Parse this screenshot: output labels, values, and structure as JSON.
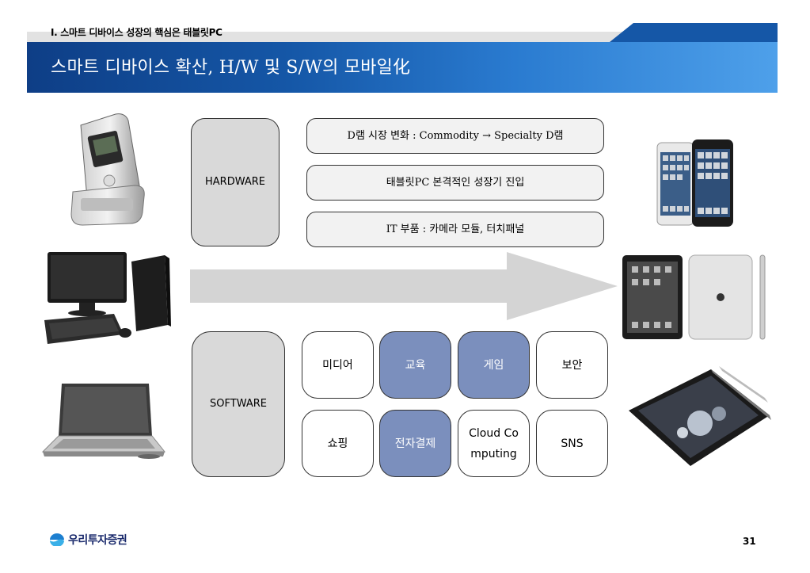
{
  "header": {
    "section": "I. 스마트 디바이스 성장의 핵심은 태블릿PC",
    "title": "스마트 디바이스 확산, H/W 및 S/W의 모바일化"
  },
  "hardware": {
    "label": "HARDWARE",
    "items": [
      "D램 시장 변화 : Commodity → Specialty D램",
      "태블릿PC 본격적인 성장기 진입",
      "IT 부품 : 카메라 모듈, 터치패널"
    ]
  },
  "software": {
    "label": "SOFTWARE",
    "cells": [
      "미디어",
      "교육",
      "게임",
      "보안",
      "쇼핑",
      "전자결제",
      "Cloud Computing",
      "SNS"
    ]
  },
  "footer": {
    "company": "우리투자증권",
    "page": "31"
  },
  "colors": {
    "title_band": "#1557a7",
    "highlight_cell": "#7b8fbd",
    "hardware_box": "#d9d9d9"
  }
}
